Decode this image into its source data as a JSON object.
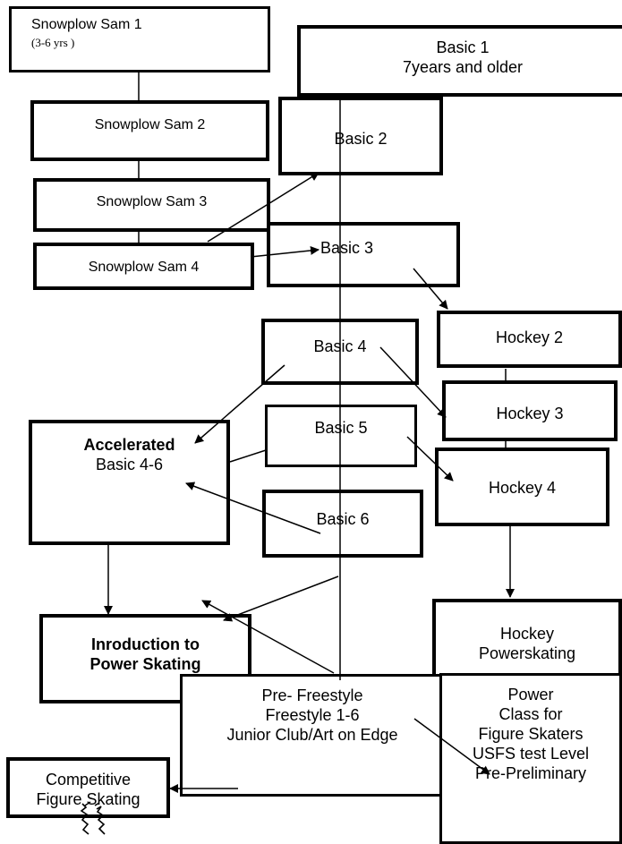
{
  "boxes": {
    "snowplow_sam_1": {
      "line1": "Snowplow Sam 1",
      "line2": "(3-6 yrs )"
    },
    "basic_1": {
      "line1": "Basic 1",
      "line2": "7years and older"
    },
    "snowplow_sam_2": {
      "label": "Snowplow Sam 2"
    },
    "basic_2": {
      "label": "Basic 2"
    },
    "snowplow_sam_3": {
      "label": "Snowplow Sam 3"
    },
    "snowplow_sam_4": {
      "label": "Snowplow Sam 4"
    },
    "basic_3": {
      "label": "Basic 3"
    },
    "hockey_2": {
      "label": "Hockey 2"
    },
    "basic_4": {
      "label": "Basic 4"
    },
    "hockey_3": {
      "label": "Hockey 3"
    },
    "basic_5": {
      "label": "Basic 5"
    },
    "accelerated": {
      "line1": "Accelerated",
      "line2": "Basic 4-6"
    },
    "hockey_4": {
      "label": "Hockey 4"
    },
    "basic_6": {
      "label": "Basic 6"
    },
    "intro_power": {
      "line1": "Inroduction to",
      "line2": "Power  Skating"
    },
    "hockey_power": {
      "line1": "Hockey",
      "line2": "Powerskating"
    },
    "freestyle": {
      "line1": "Pre- Freestyle",
      "line2": "Freestyle 1-6",
      "line3": "Junior Club/Art on Edge"
    },
    "power_figure": {
      "line1": "Power",
      "line2": "Class for",
      "line3": "Figure Skaters",
      "line4": "USFS test Level",
      "line5": "Pre-Preliminary"
    },
    "competitive": {
      "line1": "Competitive",
      "line2": "Figure Skating"
    }
  },
  "icons": {
    "skater": "figure-skater-icon"
  }
}
